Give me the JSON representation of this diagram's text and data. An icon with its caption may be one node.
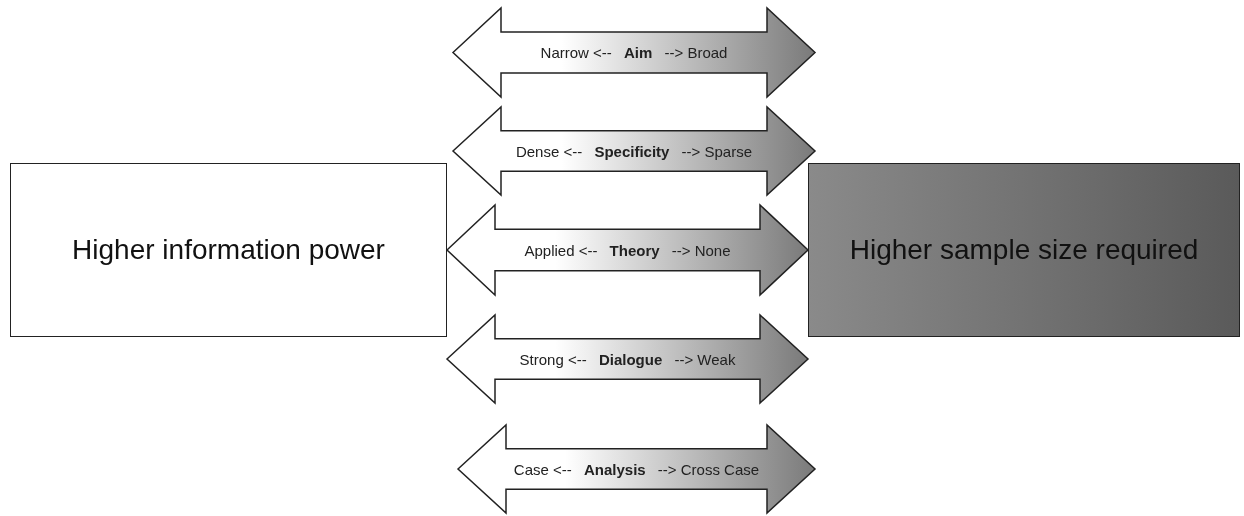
{
  "diagram": {
    "nodes": [
      {
        "text": [
          "Higher information power"
        ]
      },
      {
        "text": [
          "Higher sample size required"
        ]
      },
      {
        "text": [
          "Narrow <-- **Aim** --> Broad"
        ]
      },
      {
        "text": [
          "Dense <-- **Specificity** --> Sparse"
        ]
      },
      {
        "text": [
          "Applied <-- **Theory** --> None"
        ]
      },
      {
        "text": [
          "Strong <-- **Dialogue** --> Weak"
        ]
      },
      {
        "text": [
          "Case <-- **Analysis** --> Cross Case"
        ]
      }
    ]
  }
}
